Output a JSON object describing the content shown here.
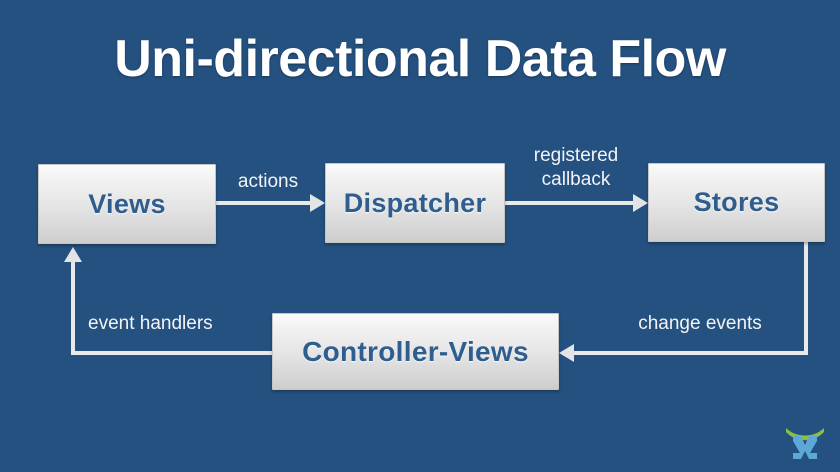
{
  "slide": {
    "title": "Uni-directional Data Flow",
    "background_color": "#245180",
    "title_color": "#ffffff",
    "node_text_color": "#2f5d8e",
    "connector_color": "#e8e9ea",
    "label_color": "#f2f3f4"
  },
  "nodes": [
    {
      "id": "views",
      "label": "Views"
    },
    {
      "id": "dispatcher",
      "label": "Dispatcher"
    },
    {
      "id": "stores",
      "label": "Stores"
    },
    {
      "id": "controller",
      "label": "Controller-Views"
    }
  ],
  "edges": [
    {
      "id": "views-dispatcher",
      "label": "actions",
      "from": "views",
      "to": "dispatcher"
    },
    {
      "id": "dispatcher-stores",
      "label": "registered\ncallback",
      "from": "dispatcher",
      "to": "stores"
    },
    {
      "id": "stores-controller",
      "label": "change events",
      "from": "stores",
      "to": "controller"
    },
    {
      "id": "controller-views",
      "label": "event handlers",
      "from": "controller",
      "to": "views"
    }
  ],
  "logo": {
    "name": "exoplatform-logo",
    "arc_color": "#8cbf3f",
    "mark_color": "#5ea8d8"
  }
}
